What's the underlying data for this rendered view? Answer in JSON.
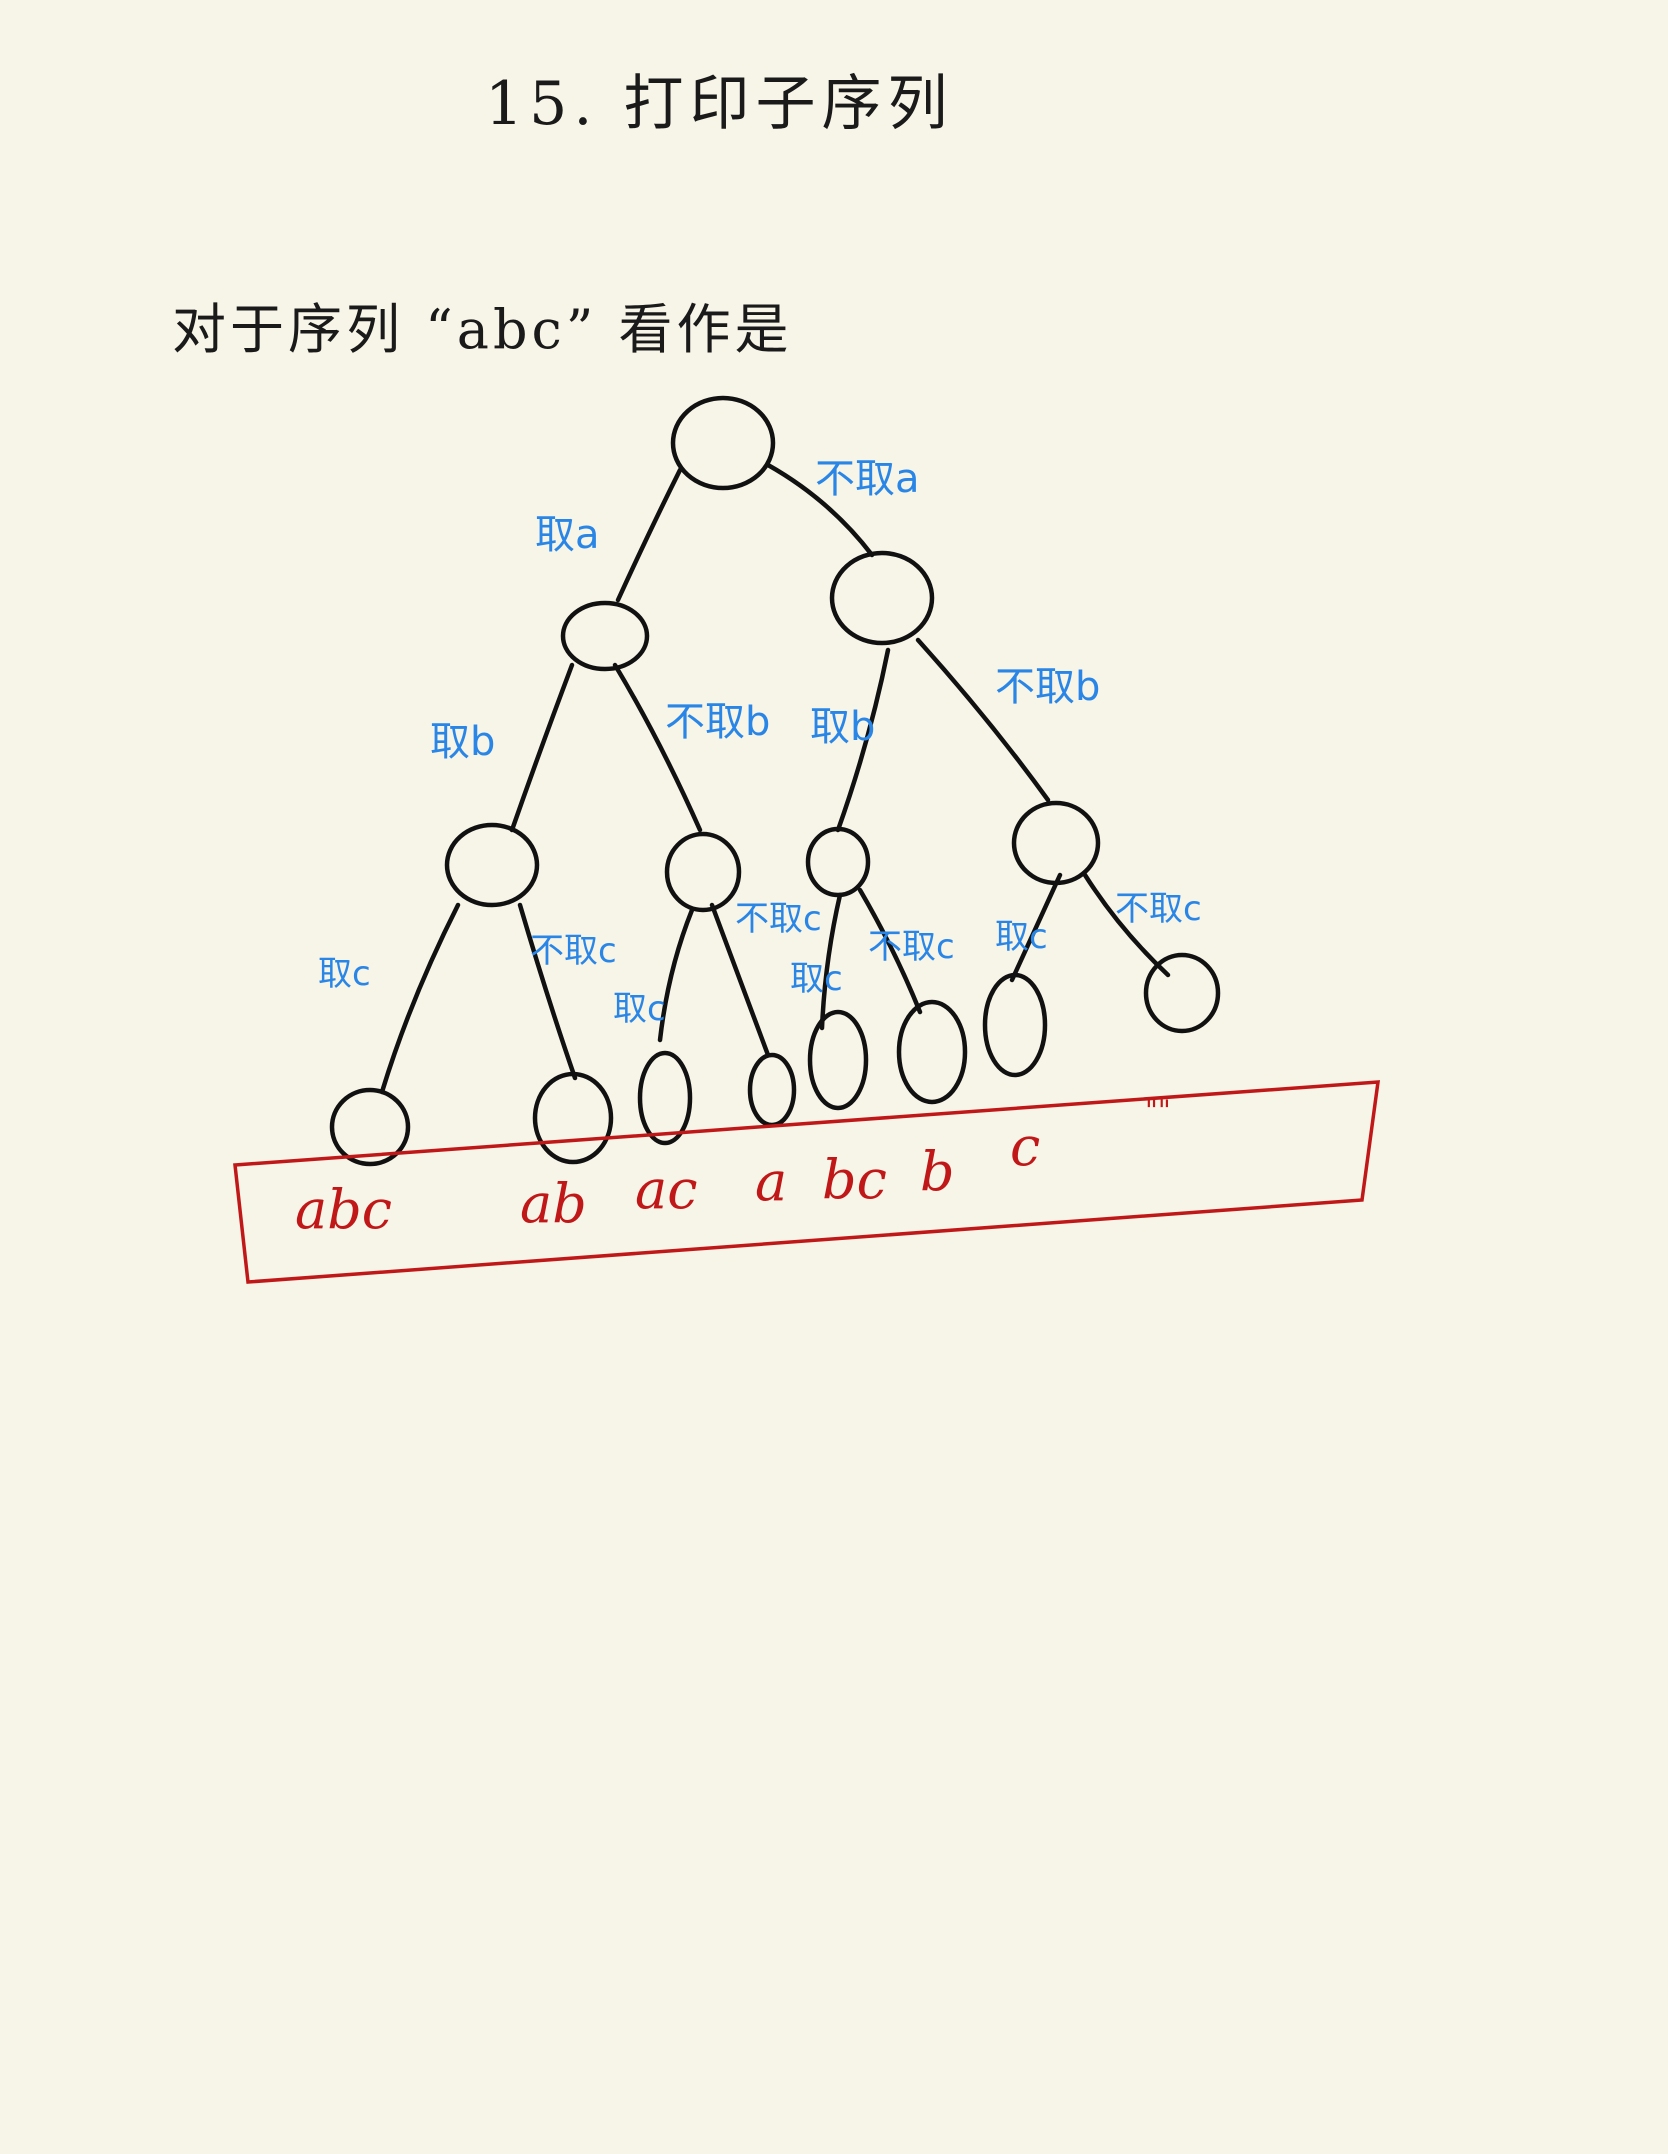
{
  "title": "15. 打印子序列",
  "subtitle": "对于序列 “abc” 看作是",
  "edge_labels": [
    "取a",
    "不取a",
    "取b",
    "不取b",
    "取b",
    "不取b",
    "取c",
    "不取c",
    "取c",
    "不取c",
    "取c",
    "不取c",
    "取c",
    "不取c"
  ],
  "results": [
    "abc",
    "ab",
    "ac",
    "a",
    "bc",
    "b",
    "c",
    "\"\""
  ],
  "colors": {
    "ink": "#111111",
    "label_blue": "#2a86e6",
    "result_red": "#c01818",
    "paper": "#f7f4e8"
  }
}
